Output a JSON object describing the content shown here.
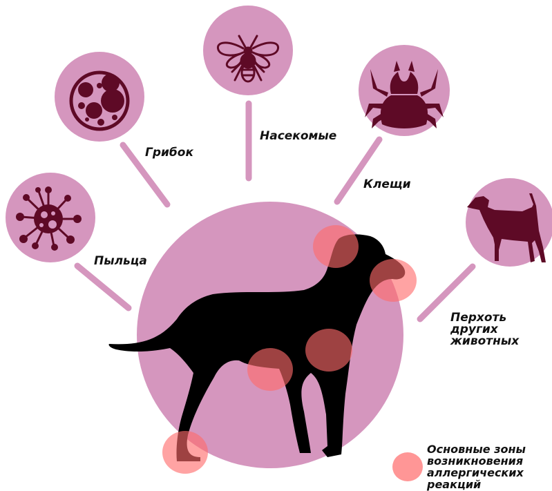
{
  "colors": {
    "main_circle": "#d596be",
    "icon_bg": "#d596be",
    "icon_fg": "#5e0a26",
    "connector": "#d596be",
    "dog": "#000000",
    "zone": "#ff6a6a",
    "text": "#111111"
  },
  "allergens": [
    {
      "id": "pollen",
      "label": "Пыльца",
      "icon": "pollen-virus-icon"
    },
    {
      "id": "fungus",
      "label": "Грибок",
      "icon": "fungus-spores-icon"
    },
    {
      "id": "insects",
      "label": "Насекомые",
      "icon": "bee-icon"
    },
    {
      "id": "mites",
      "label": "Клещи",
      "icon": "tick-icon"
    },
    {
      "id": "dander",
      "label": "Перхоть\nдругих\nживотных",
      "icon": "terrier-dog-icon"
    }
  ],
  "center": {
    "icon": "standing-dog-silhouette"
  },
  "legend": {
    "text": "Основные зоны\n возникновения\nаллергических\nреакций",
    "marker": "red-zone-circle"
  }
}
